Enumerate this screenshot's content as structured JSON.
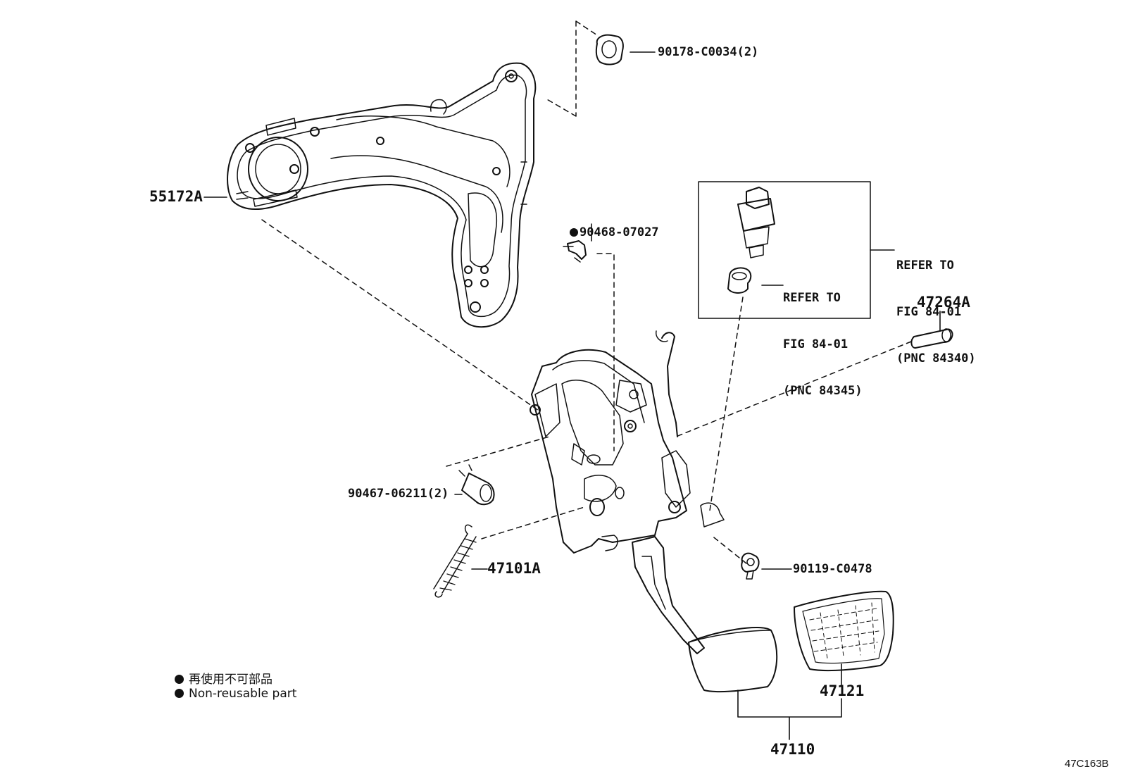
{
  "parts": {
    "p55172A": "55172A",
    "p90178": "90178-C0034(2)",
    "p90468": "90468-07027",
    "p90467": "90467-06211(2)",
    "p47101A": "47101A",
    "p47264A": "47264A",
    "p90119": "90119-C0478",
    "p47121": "47121",
    "p47110": "47110"
  },
  "refers": {
    "ref1": {
      "line1": "REFER TO",
      "line2": "FIG 84-01",
      "line3": "(PNC 84345)"
    },
    "ref2": {
      "line1": "REFER TO",
      "line2": "FIG 84-01",
      "line3": "(PNC 84340)"
    }
  },
  "legend": {
    "jp": "再使用不可部品",
    "en": "Non-reusable part"
  },
  "figure_id": "47C163B",
  "icons": {
    "nonreusable": "filled-circle-icon"
  }
}
